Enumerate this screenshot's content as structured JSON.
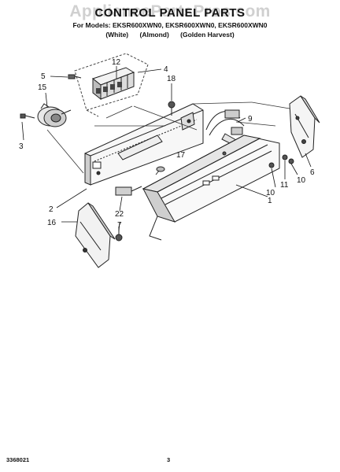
{
  "watermark": "AppliancePartsPros.com",
  "header": {
    "title": "CONTROL PANEL PARTS",
    "models": "For Models: EKSR600XWN0, EKSR600XWN0, EKSR600XWN0",
    "colors": [
      "(White)",
      "(Almond)",
      "(Golden Harvest)"
    ]
  },
  "callouts": [
    {
      "id": "c12",
      "label": "12"
    },
    {
      "id": "c4",
      "label": "4"
    },
    {
      "id": "c5",
      "label": "5"
    },
    {
      "id": "c15",
      "label": "15"
    },
    {
      "id": "c18",
      "label": "18"
    },
    {
      "id": "c9",
      "label": "9"
    },
    {
      "id": "c3",
      "label": "3"
    },
    {
      "id": "c17",
      "label": "17"
    },
    {
      "id": "c6",
      "label": "6"
    },
    {
      "id": "c10a",
      "label": "10"
    },
    {
      "id": "c11",
      "label": "11"
    },
    {
      "id": "c10b",
      "label": "10"
    },
    {
      "id": "c1",
      "label": "1"
    },
    {
      "id": "c2",
      "label": "2"
    },
    {
      "id": "c22",
      "label": "22"
    },
    {
      "id": "c16",
      "label": "16"
    },
    {
      "id": "c7",
      "label": "7"
    }
  ],
  "footer": {
    "code": "3368021",
    "page": "3"
  }
}
